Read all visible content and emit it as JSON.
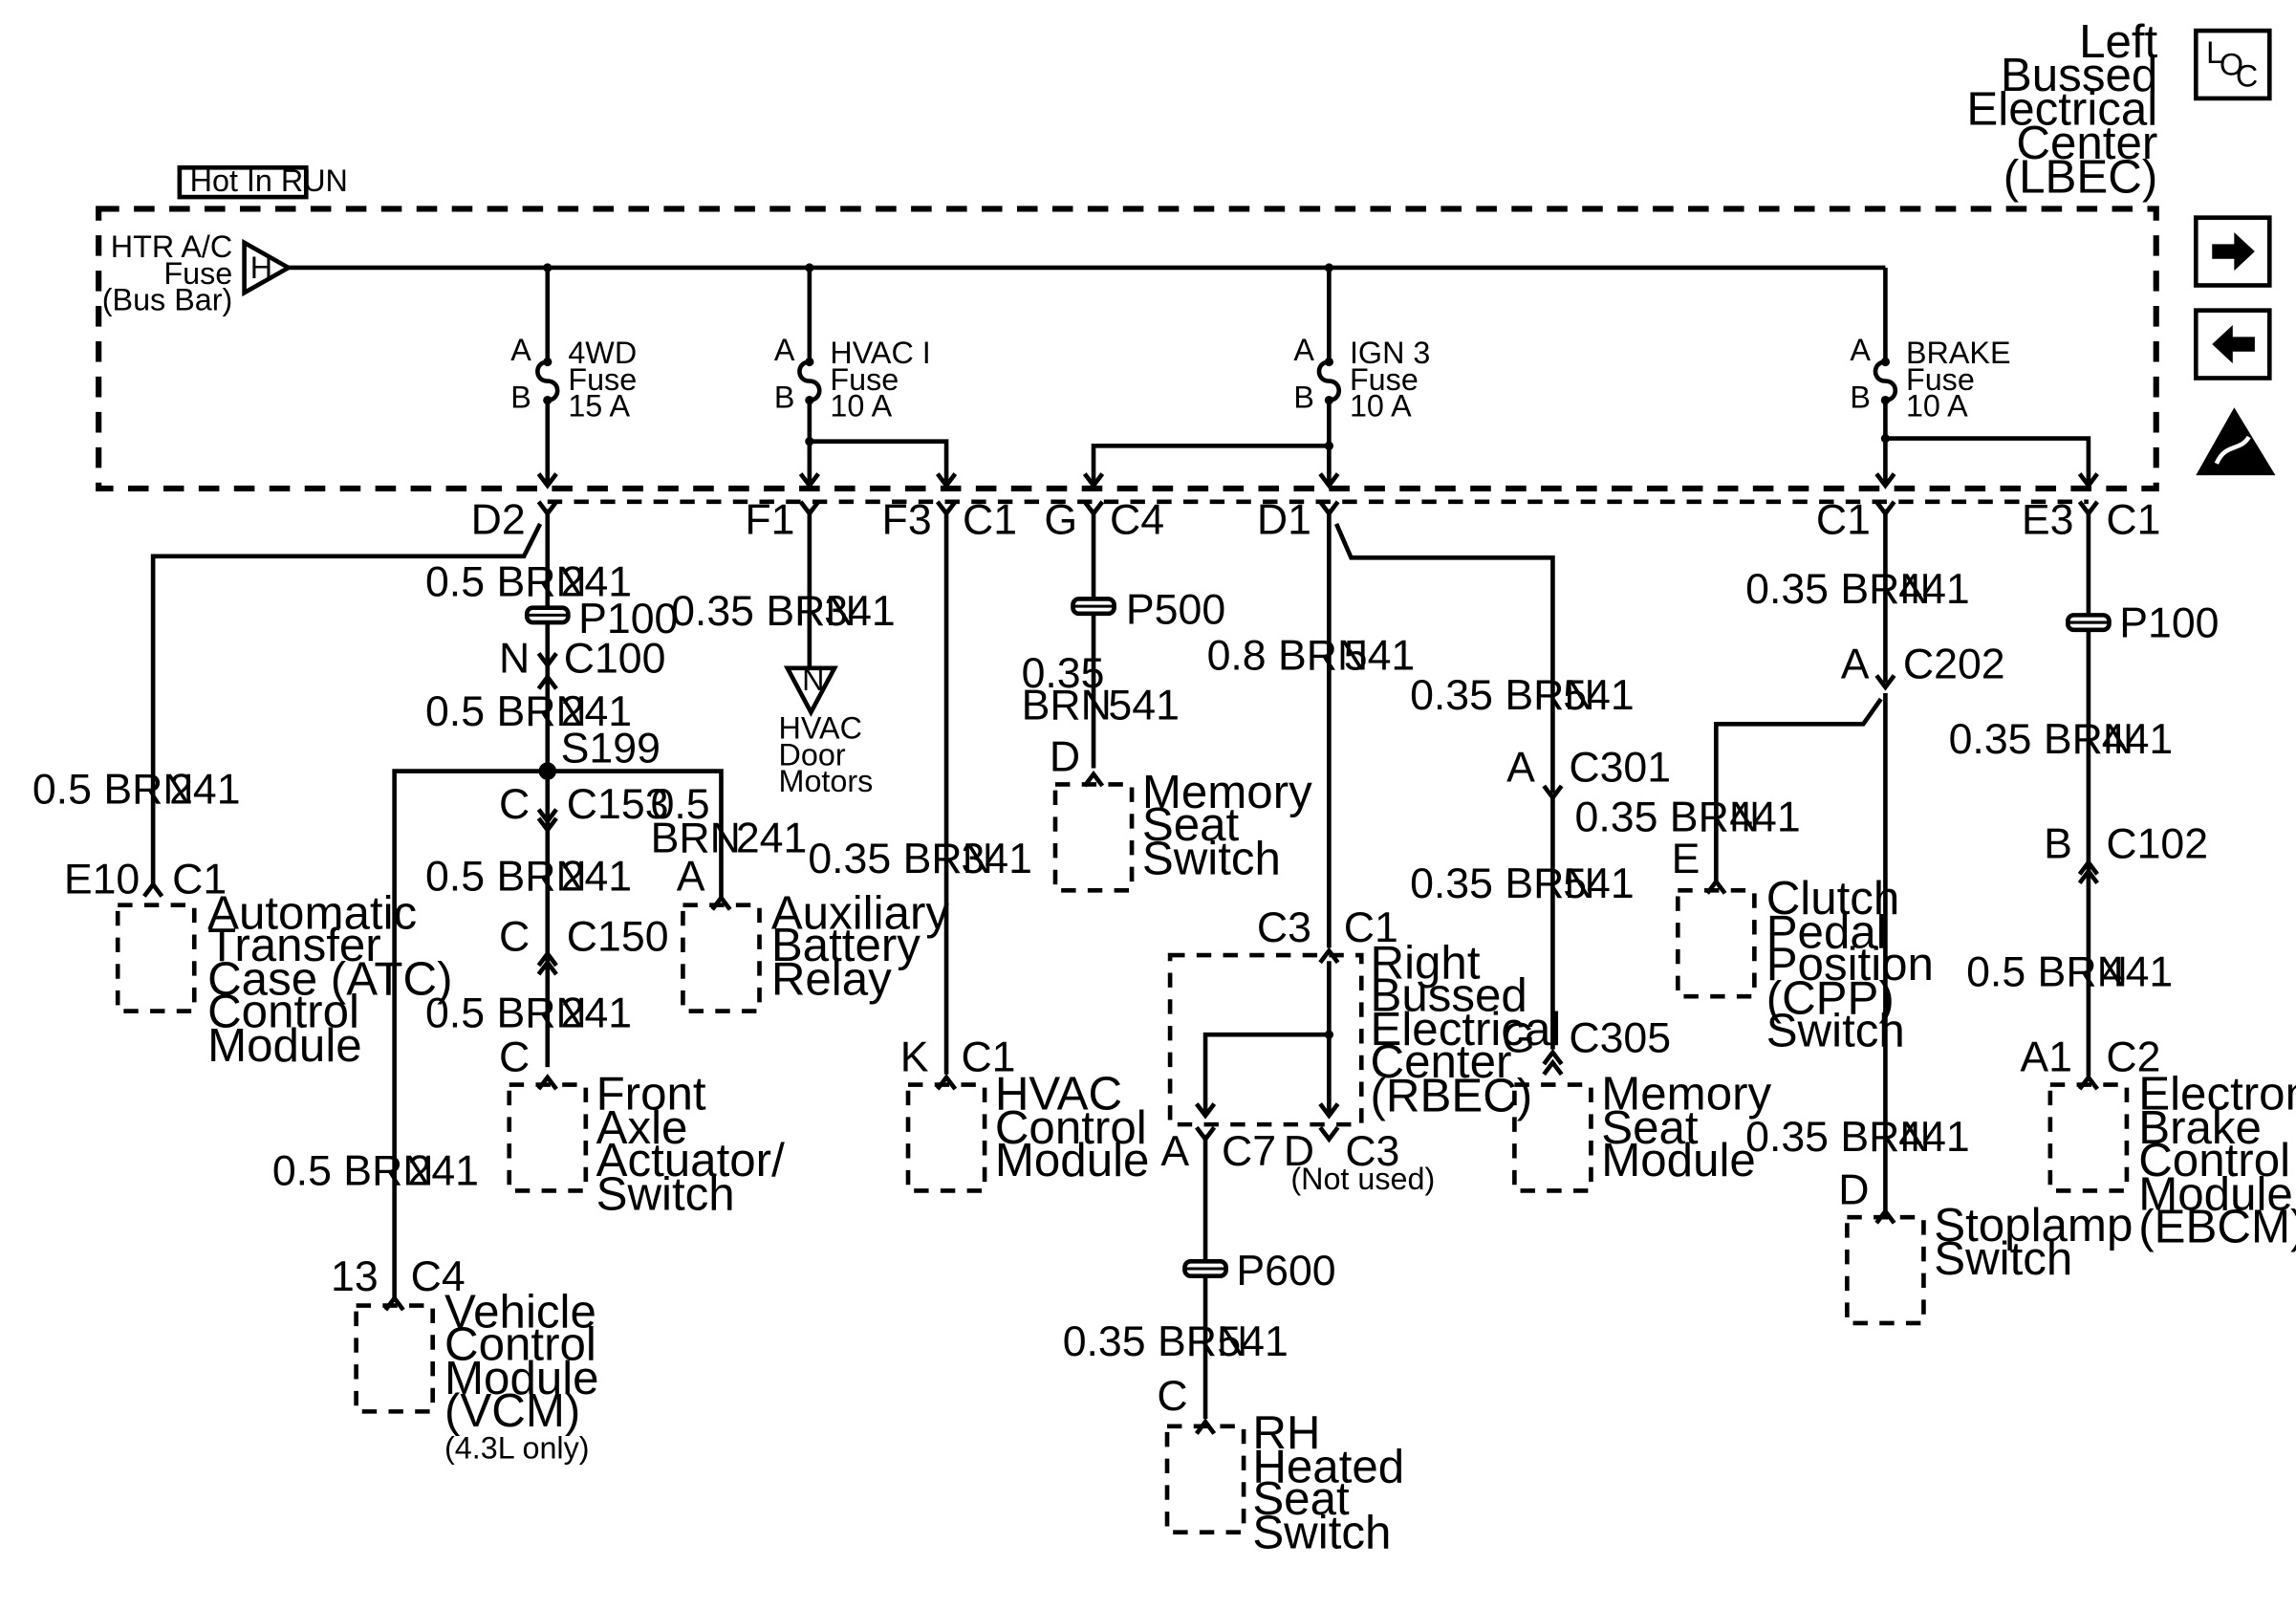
{
  "labels": {
    "lbec": [
      "Left",
      "Bussed",
      "Electrical",
      "Center",
      "(LBEC)"
    ],
    "loc_icon": {
      "top": "L",
      "o": "O",
      "c": "C"
    },
    "hot_in_run": "Hot In RUN",
    "htr_fuse": [
      "HTR A/C",
      "Fuse",
      "(Bus Bar)"
    ],
    "htr_pin": "H",
    "fuses": {
      "f4wd": {
        "a": "A",
        "b": "B",
        "lines": [
          "4WD",
          "Fuse",
          "15 A"
        ]
      },
      "hvac": {
        "a": "A",
        "b": "B",
        "lines": [
          "HVAC I",
          "Fuse",
          "10 A"
        ]
      },
      "ign3": {
        "a": "A",
        "b": "B",
        "lines": [
          "IGN 3",
          "Fuse",
          "10 A"
        ]
      },
      "brake": {
        "a": "A",
        "b": "B",
        "lines": [
          "BRAKE",
          "Fuse",
          "10 A"
        ]
      }
    },
    "conn": {
      "d2": "D2",
      "f1": "F1",
      "f3": "F3",
      "c1_f3": "C1",
      "g": "G",
      "c4_g": "C4",
      "d1": "D1",
      "c1_brake": "C1",
      "e3": "E3",
      "c1_e3": "C1",
      "p100_a": "P100",
      "n": "N",
      "c100": "C100",
      "s199": "S199",
      "c_c153": "C",
      "c153": "C153",
      "c_c150": "C",
      "c150": "C150",
      "c_front": "C",
      "a_aux": "A",
      "e10": "E10",
      "c1_atc": "C1",
      "vcm_13": "13",
      "vcm_c4": "C4",
      "hvac_n": "N",
      "k": "K",
      "c1_hvac": "C1",
      "p500": "P500",
      "d_mem": "D",
      "c3_r": "C3",
      "c1_r": "C1",
      "a_c7": "A",
      "c7": "C7",
      "d_c3": "D",
      "c3": "C3",
      "not_used": "(Not used)",
      "p600": "P600",
      "c_rh": "C",
      "a_c301": "A",
      "c301": "C301",
      "g_c305": "G",
      "c305": "C305",
      "a_c202": "A",
      "c202": "C202",
      "e_cpp": "E",
      "d_stop": "D",
      "p100_b": "P100",
      "b_c102": "B",
      "c102": "C102",
      "a1": "A1",
      "c2": "C2"
    },
    "wires": {
      "w241_a": [
        "0.5 BRN",
        "241"
      ],
      "w341_a": [
        "0.35 BRN",
        "341"
      ],
      "w241_b": [
        "0.5 BRN",
        "241"
      ],
      "w241_atc": [
        "0.5 BRN",
        "241"
      ],
      "w241_aux": [
        "0.5",
        "BRN",
        "241"
      ],
      "w241_c": [
        "0.5 BRN",
        "241"
      ],
      "w241_d": [
        "0.5 BRN",
        "241"
      ],
      "w241_vcm": [
        "0.5 BRN",
        "241"
      ],
      "w341_b": [
        "0.35 BRN",
        "341"
      ],
      "w541_mem": [
        "0.35",
        "BRN",
        "541"
      ],
      "w541_a": [
        "0.8 BRN",
        "541"
      ],
      "w541_b": [
        "0.35 BRN",
        "541"
      ],
      "w541_c": [
        "0.35 BRN",
        "541"
      ],
      "w541_d": [
        "0.35 BRN",
        "541"
      ],
      "w441_a": [
        "0.35 BRN",
        "441"
      ],
      "w441_cpp": [
        "0.35 BRN",
        "441"
      ],
      "w441_b": [
        "0.35 BRN",
        "441"
      ],
      "w441_c": [
        "0.5 BRN",
        "441"
      ],
      "w441_stop": [
        "0.35 BRN",
        "441"
      ]
    },
    "components": {
      "atc": [
        "Automatic",
        "Transfer",
        "Case (ATC)",
        "Control",
        "Module"
      ],
      "aux": [
        "Auxiliary",
        "Battery",
        "Relay"
      ],
      "front": [
        "Front",
        "Axle",
        "Actuator/",
        "Switch"
      ],
      "vcm": [
        "Vehicle",
        "Control",
        "Module",
        "(VCM)"
      ],
      "vcm_note": "(4.3L only)",
      "hvac_motors": [
        "HVAC",
        "Door",
        "Motors"
      ],
      "hvac_ctrl": [
        "HVAC",
        "Control",
        "Module"
      ],
      "mem_switch": [
        "Memory",
        "Seat",
        "Switch"
      ],
      "rbec": [
        "Right",
        "Bussed",
        "Electrical",
        "Center",
        "(RBEC)"
      ],
      "rh_seat": [
        "RH",
        "Heated",
        "Seat",
        "Switch"
      ],
      "mem_module": [
        "Memory",
        "Seat",
        "Module"
      ],
      "cpp": [
        "Clutch",
        "Pedal",
        "Position",
        "(CPP)",
        "Switch"
      ],
      "stoplamp": [
        "Stoplamp",
        "Switch"
      ],
      "ebcm": [
        "Electronic",
        "Brake",
        "Control",
        "Module",
        "(EBCM)"
      ]
    }
  }
}
